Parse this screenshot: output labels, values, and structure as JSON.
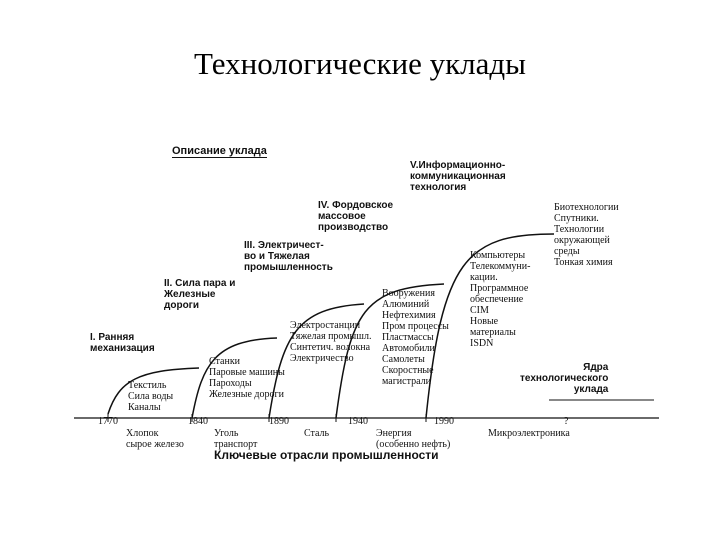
{
  "title": "Технологические уклады",
  "header_label": "Описание уклада",
  "stages": [
    {
      "name": "I. Ранняя\nмеханизация"
    },
    {
      "name": "II. Сила пара и\nЖелезные\nдороги"
    },
    {
      "name": "III. Электричест-\nво и Тяжелая\nпромышленность"
    },
    {
      "name": "IV. Фордовское\nмассовое\nпроизводство"
    },
    {
      "name": "V.Информационно-\nкоммуникационная\nтехнология"
    }
  ],
  "cores": [
    {
      "text": "Текстиль\nСила воды\nКаналы"
    },
    {
      "text": "Станки\nПаровые машины\nПароходы\nЖелезные дороги"
    },
    {
      "text": "Электростанции\nТяжелая промышл.\nСинтетич. волокна\nЭлектричество"
    },
    {
      "text": "Вооружения\nАлюминий\nНефтехимия\nПром процессы\nПластмассы\nАвтомобили\nСамолеты\nСкоростные\nмагистрали"
    },
    {
      "text": "Компьютеры\nТелекоммуни-\nкации.\nПрограммное\nобеспечение\nCIM\nНовые\nматериалы\nISDN"
    },
    {
      "text": "Биотехнологии\nСпутники.\nТехнологии\nокружающей\nсреды\nТонкая химия"
    }
  ],
  "core_label": "Ядра\nтехнологического\nуклада",
  "years": [
    "1770",
    "1840",
    "1890",
    "1940",
    "1990",
    "?"
  ],
  "industries": [
    "Хлопок\nсырое железо",
    "Уголь\nтранспорт",
    "Сталь",
    "Энергия\n(особенно нефть)",
    "Микроэлектроника"
  ],
  "axis_title": "Ключевые отрасли промышленности"
}
